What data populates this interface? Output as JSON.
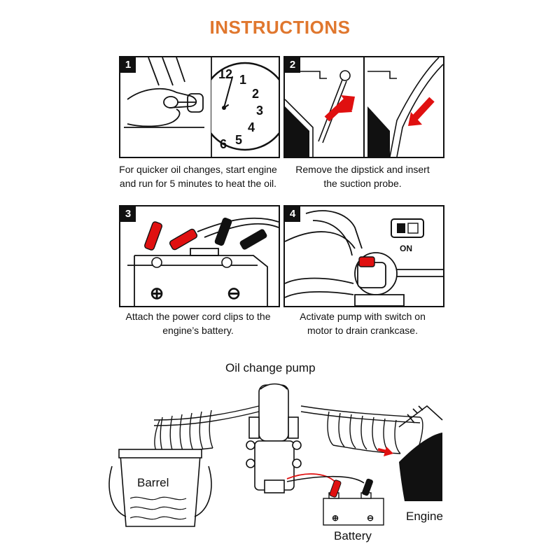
{
  "title": "INSTRUCTIONS",
  "accent_color": "#e0772e",
  "alert_color": "#e01010",
  "steps": [
    {
      "number": "1",
      "caption_lines": [
        "For quicker oil changes, start engine",
        "and run for 5 minutes to heat the oil."
      ],
      "clock_numbers": [
        "12",
        "1",
        "2",
        "3",
        "4",
        "5",
        "6"
      ]
    },
    {
      "number": "2",
      "caption_lines": [
        "Remove the dipstick and insert",
        "the suction probe."
      ]
    },
    {
      "number": "3",
      "caption_lines": [
        "Attach the power cord clips to the",
        "engine’s battery."
      ],
      "terminal_positive": "⊕",
      "terminal_negative": "⊖"
    },
    {
      "number": "4",
      "caption_lines": [
        "Activate pump with switch on",
        "motor to drain crankcase."
      ],
      "switch_label": "ON"
    }
  ],
  "diagram": {
    "title": "Oil change pump",
    "barrel_label": "Barrel",
    "battery_label": "Battery",
    "engine_label": "Engine"
  }
}
